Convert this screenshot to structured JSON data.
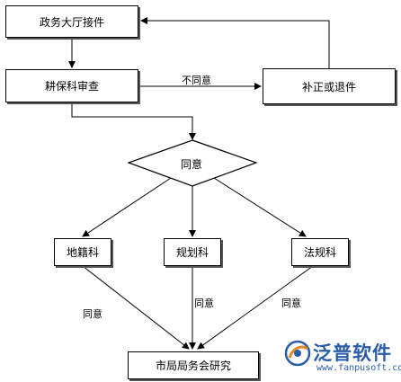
{
  "nodes": {
    "hall": "政务大厅接件",
    "review": "耕保科审查",
    "correction": "补正或退件",
    "decision": "同意",
    "land_reg": "地籍科",
    "planning": "规划科",
    "law": "法规科",
    "bureau": "市局局务会研究"
  },
  "edge_labels": {
    "disagree": "不同意",
    "agree_left": "同意",
    "agree_mid": "同意",
    "agree_right": "同意"
  },
  "watermark": {
    "brand": "泛普软件",
    "url": "www.fanpusoft.com",
    "brand_color": "#2a5da8"
  }
}
